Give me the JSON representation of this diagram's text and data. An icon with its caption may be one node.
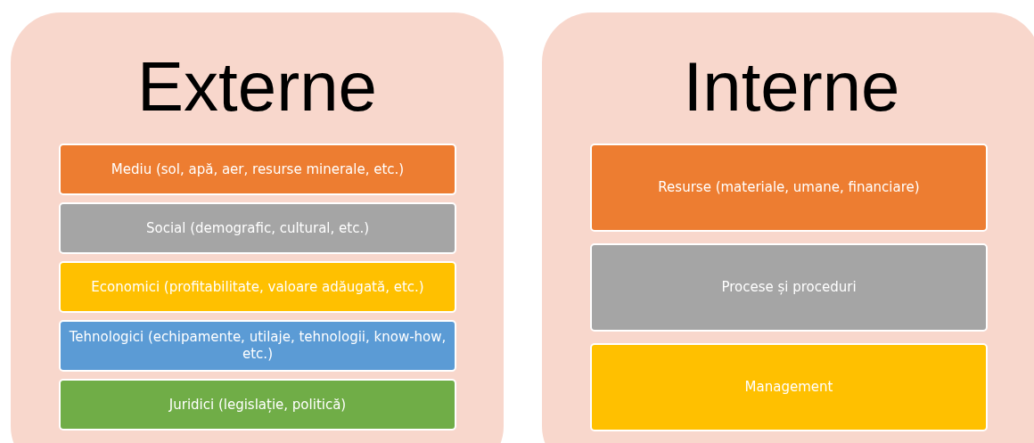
{
  "diagram": {
    "nodes": [
      {
        "text": [
          "Externe"
        ]
      },
      {
        "text": [
          "Mediu (sol, apă, aer, resurse minerale, etc.)"
        ],
        "in": 0
      },
      {
        "text": [
          "Social (demografic, cultural, etc.)"
        ],
        "in": 0
      },
      {
        "text": [
          "Economici (profitabilitate, valoare adăugată, etc.)"
        ],
        "in": 0
      },
      {
        "text": [
          "Tehnologici (echipamente, utilaje, tehnologii, know-how, etc.)"
        ],
        "in": 0
      },
      {
        "text": [
          "Juridici (legislație, politică)"
        ],
        "in": 0
      },
      {
        "text": [
          "Interne"
        ]
      },
      {
        "text": [
          "Resurse (materiale, umane, financiare)"
        ],
        "in": 6
      },
      {
        "text": [
          "Procese și proceduri"
        ],
        "in": 6
      },
      {
        "text": [
          "Management"
        ],
        "in": 6
      }
    ]
  }
}
